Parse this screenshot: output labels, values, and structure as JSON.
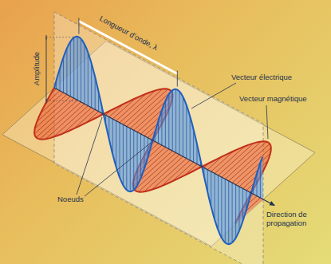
{
  "diagram": {
    "labels": [
      "Amplitude",
      "Longueur d'onde, λ",
      "Vecteur électrique",
      "Vecteur magnétique",
      "Noeuds",
      "Direction de propagation"
    ]
  }
}
